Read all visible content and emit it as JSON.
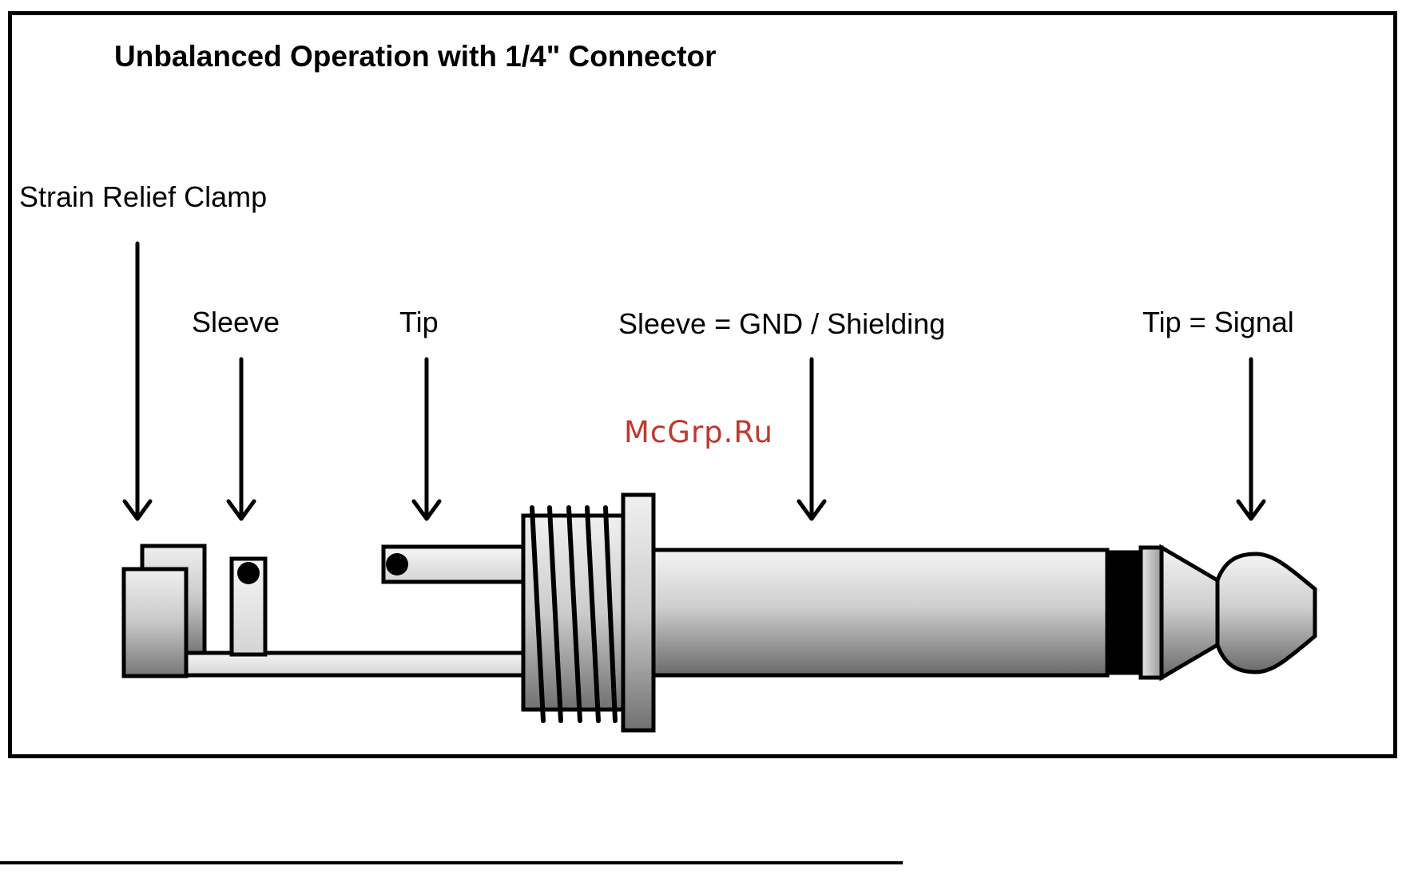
{
  "title": "Unbalanced Operation with 1/4\" Connector",
  "labels": {
    "strain_relief_clamp": "Strain Relief Clamp",
    "sleeve": "Sleeve",
    "tip": "Tip",
    "sleeve_gnd": "Sleeve = GND / Shielding",
    "tip_signal": "Tip = Signal"
  },
  "watermark": "McGrp.Ru",
  "colors": {
    "watermark": "#c0392b",
    "outline": "#000000",
    "metal_light": "#f2f2f2",
    "metal_mid": "#c8c8c8",
    "metal_dark": "#6e6e6e"
  }
}
